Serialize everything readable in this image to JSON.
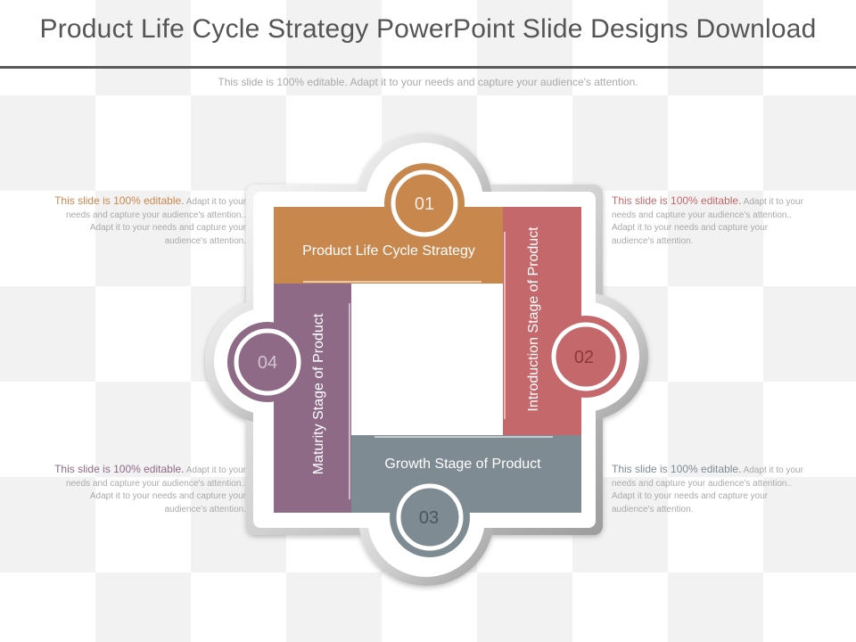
{
  "header": {
    "title": "Product Life Cycle Strategy PowerPoint Slide Designs Download",
    "subtitle": "This slide is 100% editable. Adapt it to your needs and capture your audience's attention."
  },
  "diagram": {
    "stages": [
      {
        "number": "01",
        "label": "Product Life Cycle Strategy",
        "color": "#c8874d"
      },
      {
        "number": "02",
        "label": "Introduction Stage of Product",
        "color": "#c5686b"
      },
      {
        "number": "03",
        "label": "Growth Stage of Product",
        "color": "#7e8b92"
      },
      {
        "number": "04",
        "label": "Maturity Stage of Product",
        "color": "#8e6a86"
      }
    ]
  },
  "notes": [
    {
      "lead": "This slide is 100% editable.",
      "body": " Adapt it to your needs and capture your audience's attention.. Adapt it to your needs and capture your audience's attention.",
      "color": "#c8874d"
    },
    {
      "lead": "This slide is 100% editable.",
      "body": " Adapt it to your needs and capture your audience's attention.. Adapt it to your needs and capture your audience's attention.",
      "color": "#c5686b"
    },
    {
      "lead": "This slide is 100% editable.",
      "body": " Adapt it to your needs and capture your audience's attention.. Adapt it to your needs and capture your audience's attention.",
      "color": "#8e6a86"
    },
    {
      "lead": "This slide is 100% editable.",
      "body": " Adapt it to your needs and capture your audience's attention.. Adapt it to your needs and capture your audience's attention.",
      "color": "#7e8b92"
    }
  ]
}
